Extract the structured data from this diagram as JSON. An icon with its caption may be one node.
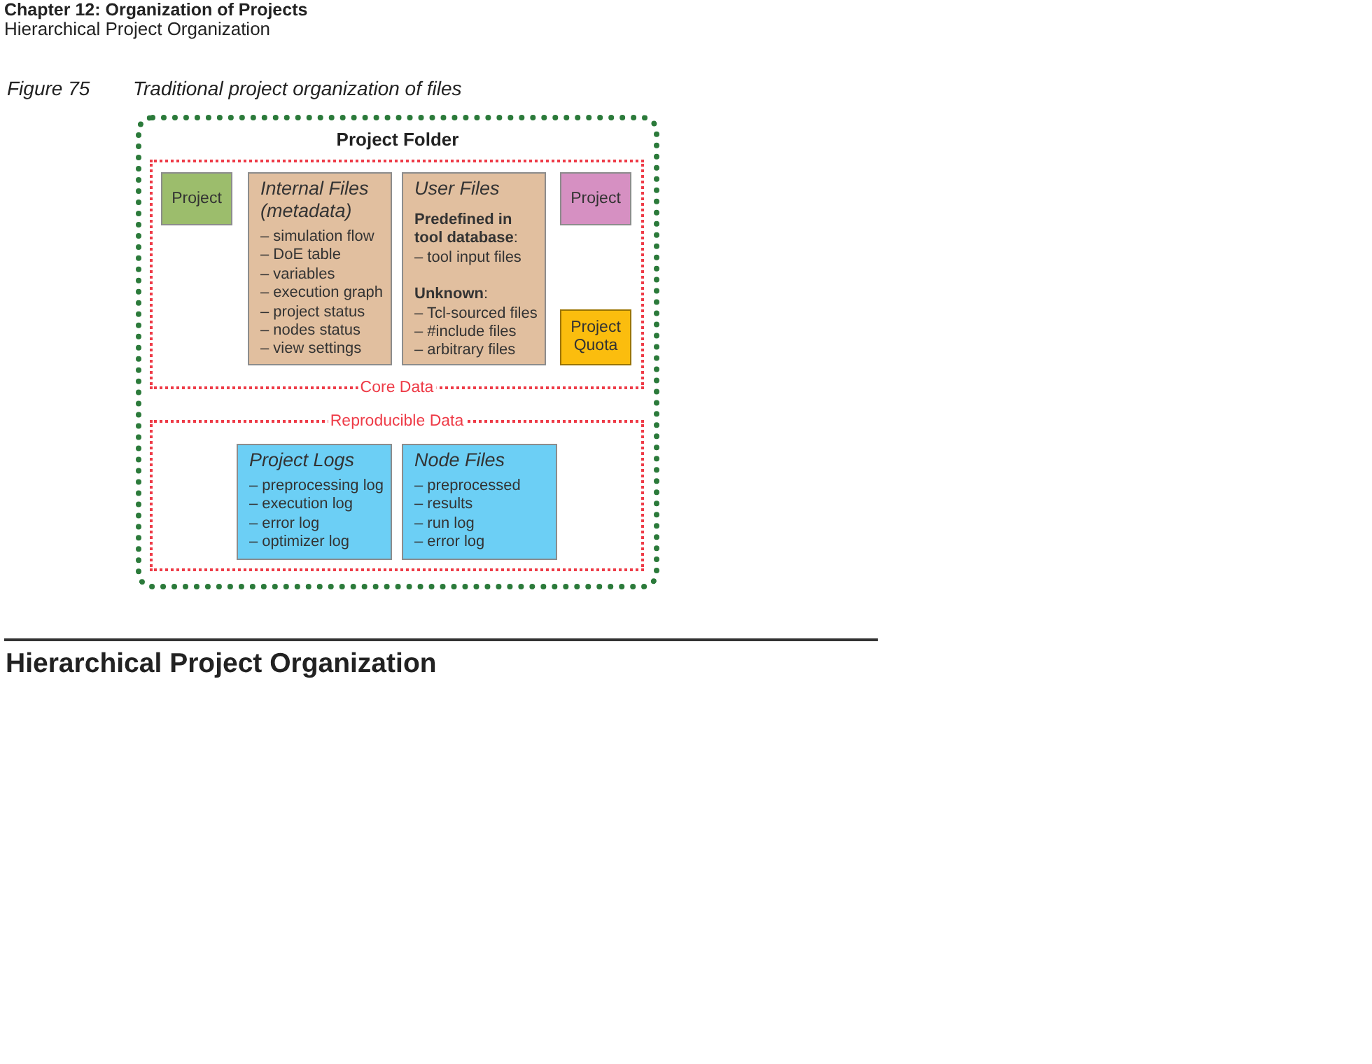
{
  "diagram": {
    "caption": "Traditional project organization of files",
    "nodes": [
      {
        "text": [
          "Project Folder"
        ]
      },
      {
        "text": [
          "Core Data"
        ],
        "in": 0
      },
      {
        "text": [
          "Project"
        ],
        "in": 1
      },
      {
        "text": [
          "Internal Files (metadata)",
          "– simulation flow",
          "– DoE table",
          "– variables",
          "– execution graph",
          "– project status",
          "– nodes status",
          "– view settings"
        ],
        "in": 1
      },
      {
        "text": [
          "User Files",
          "**Predefined in tool database**:",
          "– tool input files",
          "**Unknown**:",
          "– Tcl-sourced files",
          "– #include files",
          "– arbitrary files"
        ],
        "in": 1
      },
      {
        "text": [
          "Project"
        ],
        "in": 1
      },
      {
        "text": [
          "Project Quota"
        ],
        "in": 1
      },
      {
        "text": [
          "Reproducible Data"
        ],
        "in": 0
      },
      {
        "text": [
          "Project Logs",
          "– preprocessing log",
          "– execution log",
          "– error log",
          "– optimizer log"
        ],
        "in": 7
      },
      {
        "text": [
          "Node Files",
          "– preprocessed",
          "– results",
          "– run log",
          "– error log"
        ],
        "in": 7
      }
    ],
    "labels": [
      "Chapter 12: Organization of Projects",
      "Hierarchical Project Organization",
      "Figure 75",
      "Hierarchical Project Organization"
    ]
  }
}
